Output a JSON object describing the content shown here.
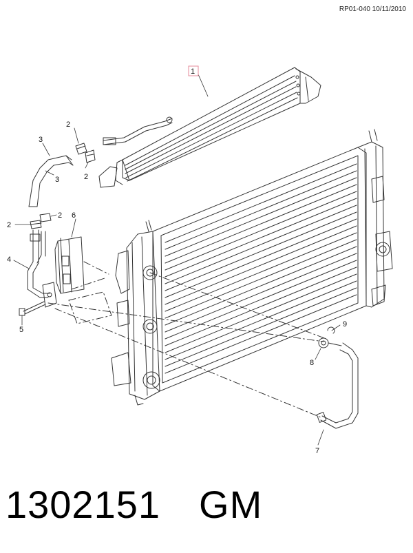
{
  "header": {
    "reference": "RP01-040 10/11/2010"
  },
  "callouts": {
    "c1": "1",
    "c2a": "2",
    "c2b": "2",
    "c2c": "2",
    "c2d": "2",
    "c3a": "3",
    "c3b": "3",
    "c4": "4",
    "c5": "5",
    "c6": "6",
    "c7": "7",
    "c8": "8",
    "c9": "9"
  },
  "footer": {
    "part_number": "1302151",
    "brand": "GM"
  },
  "colors": {
    "line": "#333333",
    "highlight_box": "#e58a9a",
    "background": "#ffffff"
  }
}
